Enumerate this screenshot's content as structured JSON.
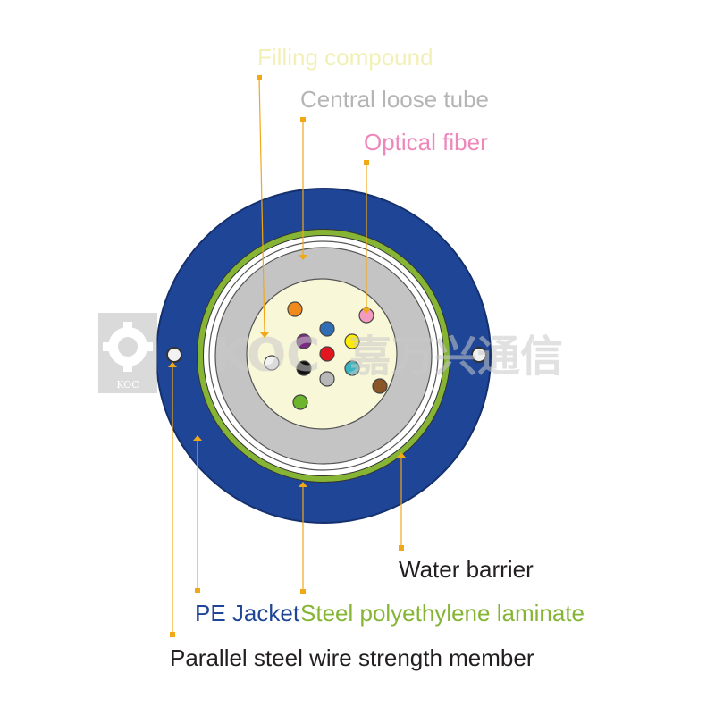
{
  "watermark": {
    "brand_latin": "KOC",
    "brand_cjk": "嘉万兴通信",
    "logo_small_text": "KOC"
  },
  "labels": {
    "filling_compound": "Filling compound",
    "central_loose_tube": "Central loose tube",
    "optical_fiber": "Optical fiber",
    "water_barrier": "Water barrier",
    "pe_jacket": "PE Jacket",
    "steel_laminate": "Steel polyethylene laminate",
    "strength_member": "Parallel steel wire strength member"
  },
  "colors": {
    "filling_compound": "#f5f3c0",
    "central_loose_tube": "#c9c9c9",
    "optical_fiber": "#ee88bb",
    "water_barrier": "#231f20",
    "pe_jacket": "#1f4596",
    "steel_laminate": "#86b535",
    "strength_member": "#231f20",
    "leader": "#f0a818",
    "tube_fill": "#c4c4c4",
    "core_fill": "#f8f7d8"
  },
  "fibers": [
    {
      "name": "orange",
      "color": "#f08a1c"
    },
    {
      "name": "pink",
      "color": "#f29ac0"
    },
    {
      "name": "blue",
      "color": "#2f6db4"
    },
    {
      "name": "violet",
      "color": "#7b2c82"
    },
    {
      "name": "red",
      "color": "#e3151e"
    },
    {
      "name": "yellow",
      "color": "#ffec00"
    },
    {
      "name": "white",
      "color": "#f2f2f2"
    },
    {
      "name": "black",
      "color": "#111111"
    },
    {
      "name": "slate",
      "color": "#b8b8b8"
    },
    {
      "name": "aqua",
      "color": "#3ab4c0"
    },
    {
      "name": "brown",
      "color": "#8a5527"
    },
    {
      "name": "green",
      "color": "#6cb52d"
    }
  ]
}
